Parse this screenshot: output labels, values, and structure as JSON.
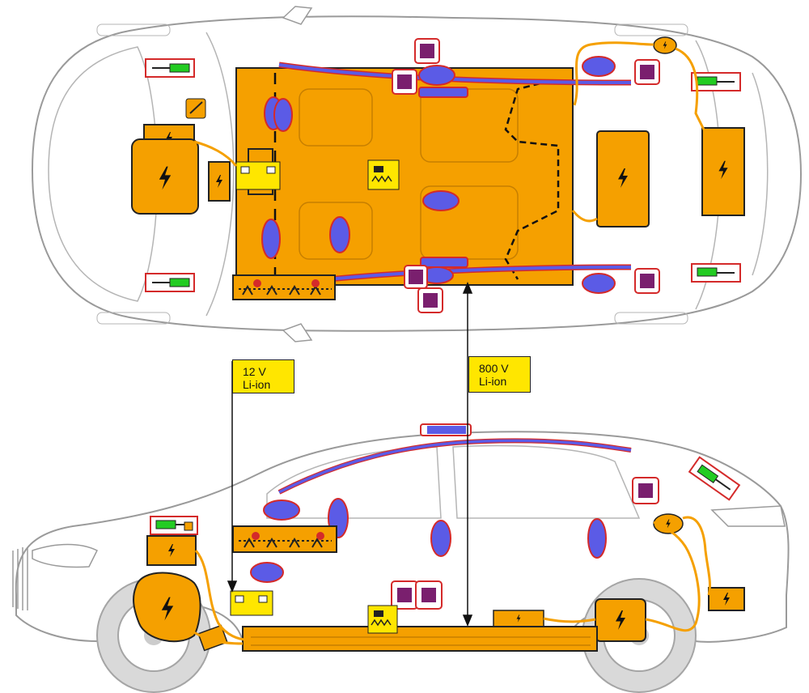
{
  "callouts": {
    "battery_12v": {
      "line1": "12 V",
      "line2": "Li-ion"
    },
    "battery_800v": {
      "line1": "800 V",
      "line2": "Li-ion"
    }
  },
  "colors": {
    "high_voltage_orange": "#f5a000",
    "airbag_blue": "#5b5be6",
    "airbag_outline": "#d42a2a",
    "seatbelt_tensioner_purple": "#7a1f6e",
    "gas_strut_green": "#22cc22",
    "low_voltage_yellow": "#ffe600",
    "body_outline_gray": "#9a9a9a"
  },
  "legend_icons": [
    "high-voltage-symbol-icon",
    "airbag-icon",
    "seatbelt-pretensioner-icon",
    "gas-strut-icon",
    "control-unit-spring-icon",
    "sensor-pen-icon"
  ]
}
